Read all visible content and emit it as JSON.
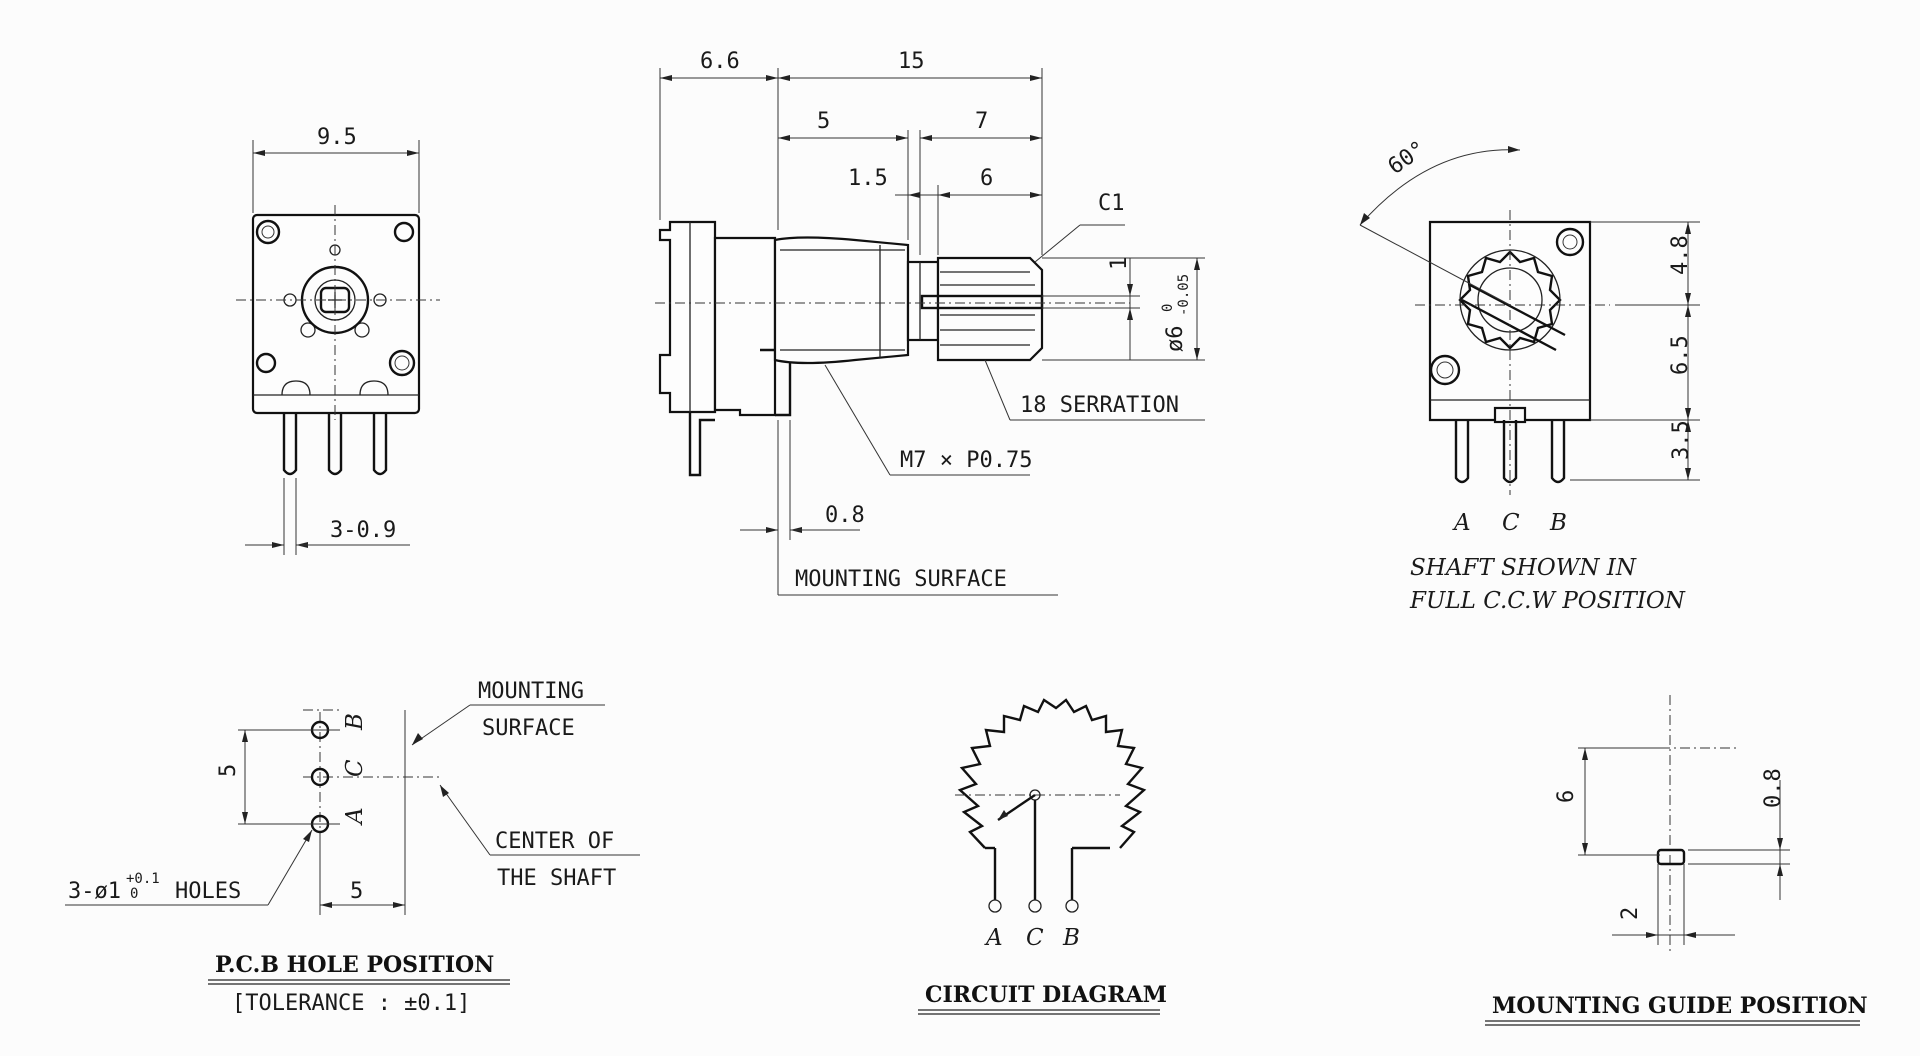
{
  "front_view": {
    "width_dim": "9.5",
    "pin_dim": "3-0.9"
  },
  "side_view": {
    "dim_total_left": "6.6",
    "dim_total": "15",
    "dim_a": "5",
    "dim_b": "7",
    "dim_c": "1.5",
    "dim_d": "6",
    "chamfer": "C1",
    "dim_e": "1",
    "dia_main": "ø6",
    "dia_tol_top": "0",
    "dia_tol_bot": "-0.05",
    "serration": "18 SERRATION",
    "thread": "M7 × P0.75",
    "dim_f": "0.8",
    "mounting_surface": "MOUNTING SURFACE"
  },
  "rear_view": {
    "angle": "60°",
    "dim_top": "4.8",
    "dim_mid": "6.5",
    "dim_bot": "3.5",
    "pin_a": "A",
    "pin_c": "C",
    "pin_b": "B",
    "note_line1": "SHAFT SHOWN IN",
    "note_line2": "FULL C.C.W POSITION"
  },
  "pcb_holes": {
    "mounting_line1": "MOUNTING",
    "mounting_line2": "SURFACE",
    "dim_vert": "5",
    "dim_horiz": "5",
    "pin_a": "A",
    "pin_c": "C",
    "pin_b": "B",
    "center_line1": "CENTER OF",
    "center_line2": "THE SHAFT",
    "holes_label": "3-ø1",
    "holes_tol_top": "+0.1",
    "holes_tol_bot": "0",
    "holes_suffix": "HOLES",
    "title": "P.C.B HOLE POSITION",
    "tolerance": "[TOLERANCE : ±0.1]"
  },
  "circuit": {
    "pin_a": "A",
    "pin_c": "C",
    "pin_b": "B",
    "title": "CIRCUIT DIAGRAM"
  },
  "mounting_guide": {
    "dim_vert": "6",
    "dim_small": "0.8",
    "dim_width": "2",
    "title": "MOUNTING GUIDE POSITION"
  }
}
